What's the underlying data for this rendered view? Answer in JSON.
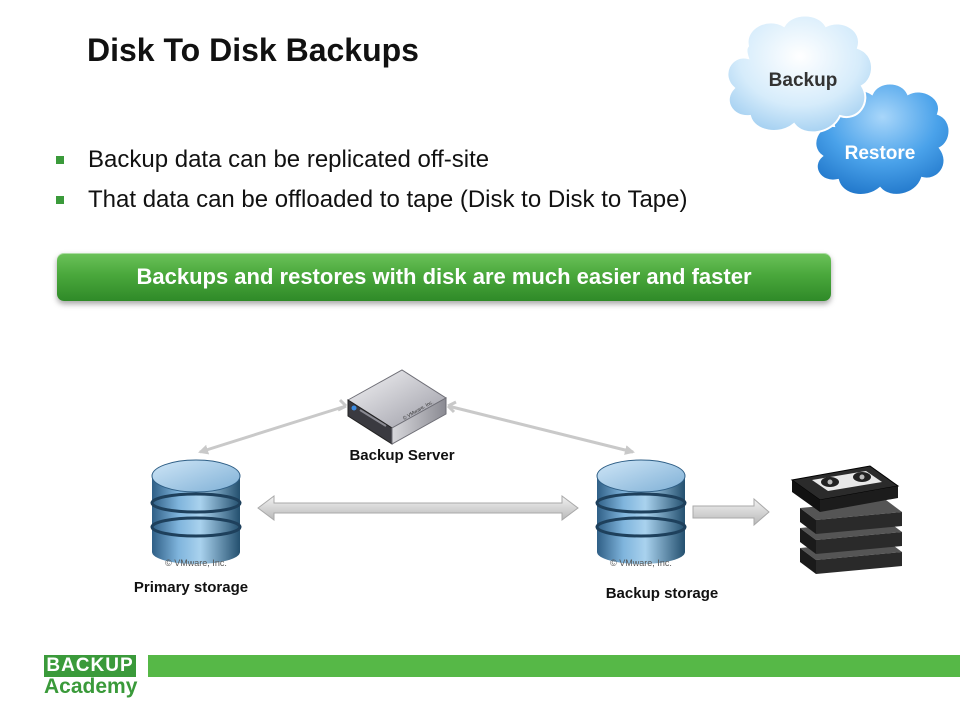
{
  "slide": {
    "title": "Disk To Disk Backups",
    "bullets": [
      "Backup data can be replicated off-site",
      "That data can be offloaded to tape (Disk to Disk to Tape)"
    ],
    "banner": "Backups and restores with disk are much easier and faster"
  },
  "clouds": {
    "backup": "Backup",
    "restore": "Restore"
  },
  "diagram": {
    "server_label": "Backup Server",
    "primary_label": "Primary storage",
    "backup_storage_label": "Backup storage",
    "vendor_mark": "© VMware, Inc."
  },
  "footer": {
    "logo_top": "BACKUP",
    "logo_bottom": "Academy"
  },
  "colors": {
    "accent_green": "#56b847",
    "cloud_blue": "#3a8fe0"
  }
}
